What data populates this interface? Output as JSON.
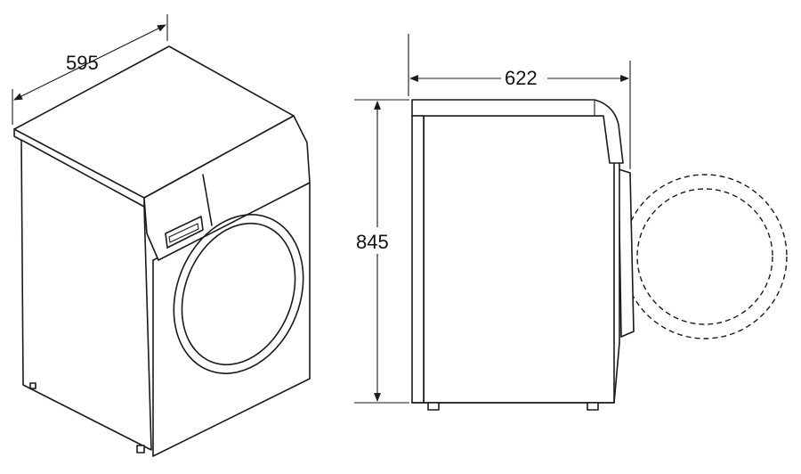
{
  "diagram": {
    "dimensions": {
      "width": "595",
      "depth": "622",
      "height": "845"
    }
  },
  "colors": {
    "line": "#1a1a1a",
    "background": "#ffffff"
  }
}
